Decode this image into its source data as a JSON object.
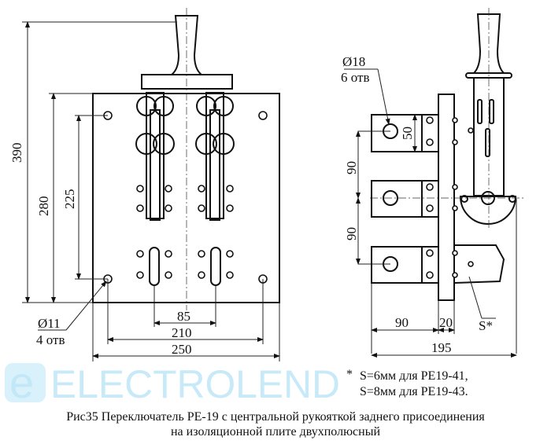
{
  "front_view": {
    "dim_height_total": "390",
    "dim_plate_height": "280",
    "dim_hole_spacing_v": "225",
    "dim_pole_spacing": "85",
    "dim_hole_spacing_h": "210",
    "dim_plate_width": "250",
    "hole_diameter": "Ø11",
    "hole_count": "4 отв"
  },
  "side_view": {
    "terminal_hole_diameter": "Ø18",
    "terminal_hole_count": "6 отв",
    "dim_terminal_width": "50",
    "dim_terminal_spacing_1": "90",
    "dim_terminal_spacing_2": "90",
    "dim_terminal_length": "90",
    "dim_plate_thickness": "20",
    "dim_depth_total": "195",
    "thickness_label": "S*"
  },
  "note": {
    "marker": "*",
    "line1": "S=6мм для РЕ19-41,",
    "line2": "S=8мм для РЕ19-43."
  },
  "caption": {
    "line1": "Рис35 Переключатель РЕ-19 с центральной рукояткой заднего присоединения",
    "line2": "на изоляционной плите двухполюсный"
  },
  "watermark": {
    "text": "ELECTROLEND",
    "color": "#bfe6f7"
  }
}
